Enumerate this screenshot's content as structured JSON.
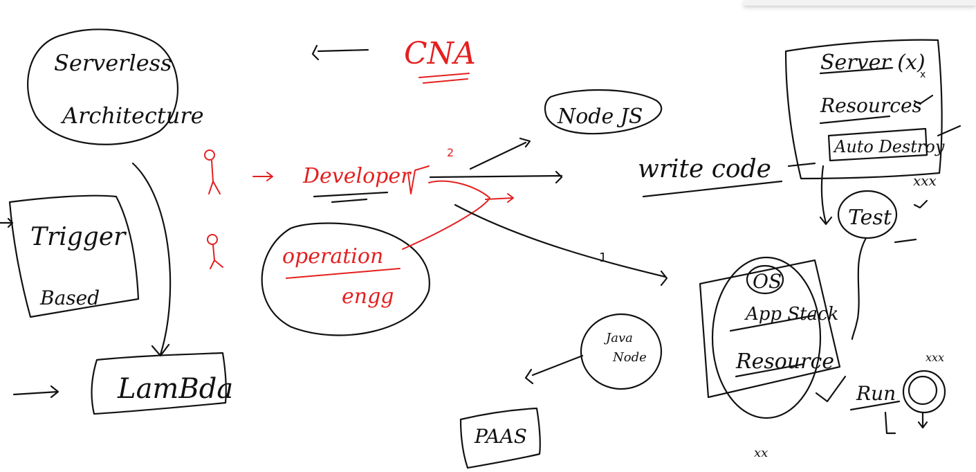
{
  "title": "CNA",
  "serverless": [
    "Serverless",
    "Architecture"
  ],
  "trigger": [
    "Trigger",
    "Based"
  ],
  "lambda": "LamBda",
  "developer": "Developer",
  "operation": [
    "operation",
    "engg"
  ],
  "nodejs": "Node JS",
  "write_code": "write code",
  "server_box": {
    "server": "Server (x)",
    "resources": "Resources",
    "auto_destroy": "Auto Destroy"
  },
  "test": "Test",
  "stack_box": {
    "os": "OS",
    "app_stack": "App Stack",
    "resource": "Resource"
  },
  "java_node": [
    "Java",
    "Node"
  ],
  "paas": "PAAS",
  "run": "Run",
  "marks": {
    "two": "2",
    "one": "1",
    "xx": "xx",
    "xxx": "xxx",
    "x": "x"
  },
  "colors": {
    "ink": "#111111",
    "red": "#e41f1f"
  }
}
